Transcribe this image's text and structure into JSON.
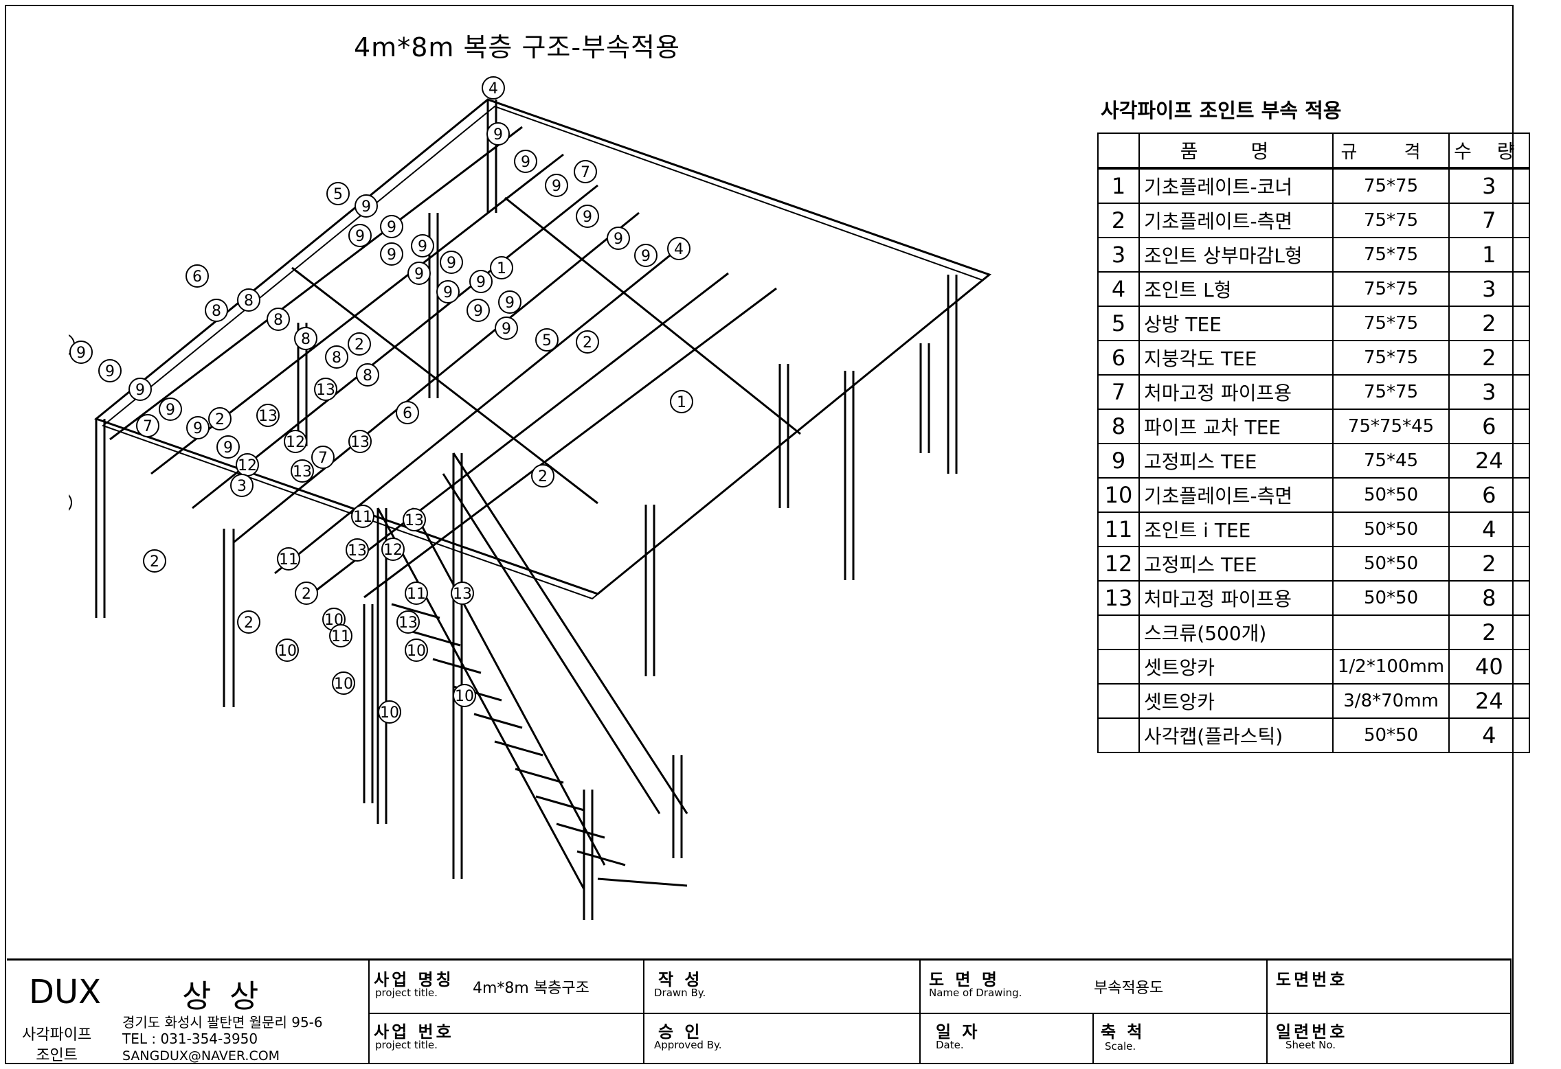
{
  "title": "4m*8m 복층 구조-부속적용",
  "parts_title": "사각파이프 조인트 부속 적용",
  "table": {
    "headers": [
      "",
      "품 명",
      "규 격",
      "수 량"
    ],
    "rows": [
      {
        "no": "1",
        "name": "기초플레이트-코너",
        "spec": "75*75",
        "qty": "3"
      },
      {
        "no": "2",
        "name": "기초플레이트-측면",
        "spec": "75*75",
        "qty": "7"
      },
      {
        "no": "3",
        "name": "조인트 상부마감L형",
        "spec": "75*75",
        "qty": "1"
      },
      {
        "no": "4",
        "name": "조인트 L형",
        "spec": "75*75",
        "qty": "3"
      },
      {
        "no": "5",
        "name": "상방 TEE",
        "spec": "75*75",
        "qty": "2"
      },
      {
        "no": "6",
        "name": "지붕각도 TEE",
        "spec": "75*75",
        "qty": "2"
      },
      {
        "no": "7",
        "name": "처마고정 파이프용",
        "spec": "75*75",
        "qty": "3"
      },
      {
        "no": "8",
        "name": "파이프 교차 TEE",
        "spec": "75*75*45",
        "qty": "6"
      },
      {
        "no": "9",
        "name": "고정피스 TEE",
        "spec": "75*45",
        "qty": "24"
      },
      {
        "no": "10",
        "name": "기초플레이트-측면",
        "spec": "50*50",
        "qty": "6"
      },
      {
        "no": "11",
        "name": "조인트 i TEE",
        "spec": "50*50",
        "qty": "4"
      },
      {
        "no": "12",
        "name": "고정피스 TEE",
        "spec": "50*50",
        "qty": "2"
      },
      {
        "no": "13",
        "name": "처마고정 파이프용",
        "spec": "50*50",
        "qty": "8"
      },
      {
        "no": "",
        "name": "스크류(500개)",
        "spec": "",
        "qty": "2"
      },
      {
        "no": "",
        "name": "셋트앙카",
        "spec": "1/2*100mm",
        "qty": "40"
      },
      {
        "no": "",
        "name": "셋트앙카",
        "spec": "3/8*70mm",
        "qty": "24"
      },
      {
        "no": "",
        "name": "사각캡(플라스틱)",
        "spec": "50*50",
        "qty": "4"
      }
    ]
  },
  "callouts": [
    "1",
    "2",
    "3",
    "4",
    "5",
    "6",
    "7",
    "8",
    "9",
    "10",
    "11",
    "12",
    "13"
  ],
  "titleblock": {
    "company": "DUX",
    "brand": "상 상",
    "product": "사각파이프\n조인트",
    "address": "경기도 화성시 팔탄면 월문리 95-6",
    "tel": "TEL : 031-354-3950",
    "email": "SANGDUX@NAVER.COM",
    "project_title_label": "사업 명칭",
    "project_title_sub": "project title.",
    "project_title_value": "4m*8m 복층구조",
    "project_no_label": "사업 번호",
    "project_no_sub": "project title.",
    "drawn_label": "작  성",
    "drawn_sub": "Drawn By.",
    "approved_label": "승  인",
    "approved_sub": "Approved By.",
    "drawing_name_label": "도 면 명",
    "drawing_name_sub": "Name of Drawing.",
    "drawing_name_value": "부속적용도",
    "date_label": "일  자",
    "date_sub": "Date.",
    "scale_label": "축  척",
    "scale_sub": "Scale.",
    "drawing_no_label": "도면번호",
    "sheet_no_label": "일련번호",
    "sheet_no_sub": "Sheet No."
  }
}
